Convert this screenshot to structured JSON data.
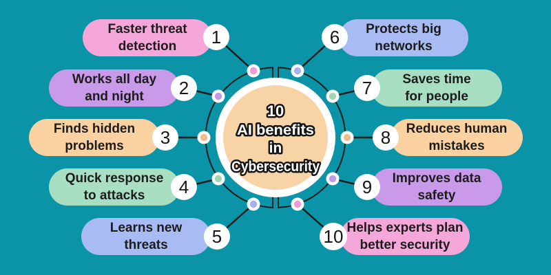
{
  "background_color": "#0b93a7",
  "line_color": "#1a1a1a",
  "center": {
    "line1": "10",
    "line2": "AI benefits",
    "line3": "in",
    "line4": "Cybersecurity",
    "fill_color": "#f8d3a5",
    "ring_color": "#ffffff",
    "text_color": "#ffffff",
    "text_outline_color": "#141414"
  },
  "items": [
    {
      "number": "1",
      "label": "Faster threat\ndetection",
      "pill_color": "#f4a7d8",
      "dot_color": "#ef9cd4"
    },
    {
      "number": "2",
      "label": "Works all day\nand night",
      "pill_color": "#c89ae9",
      "dot_color": "#c39ae6"
    },
    {
      "number": "3",
      "label": "Finds hidden\nproblems",
      "pill_color": "#fad2a2",
      "dot_color": "#f0bd8c"
    },
    {
      "number": "4",
      "label": "Quick response\nto attacks",
      "pill_color": "#a8dfc3",
      "dot_color": "#9fd8b5"
    },
    {
      "number": "5",
      "label": "Learns new\nthreats",
      "pill_color": "#a8bbf2",
      "dot_color": "#a6b2ec"
    },
    {
      "number": "6",
      "label": "Protects big\nnetworks",
      "pill_color": "#a8bbf2",
      "dot_color": "#a6b2ec"
    },
    {
      "number": "7",
      "label": "Saves time\nfor people",
      "pill_color": "#a8dfc3",
      "dot_color": "#9fd8b5"
    },
    {
      "number": "8",
      "label": "Reduces human\nmistakes",
      "pill_color": "#fad2a2",
      "dot_color": "#f0bd8c"
    },
    {
      "number": "9",
      "label": "Improves data\nsafety",
      "pill_color": "#c89ae9",
      "dot_color": "#c39ae6"
    },
    {
      "number": "10",
      "label": "Helps experts plan\nbetter security",
      "pill_color": "#f4a7d8",
      "dot_color": "#ef9cd4"
    }
  ]
}
